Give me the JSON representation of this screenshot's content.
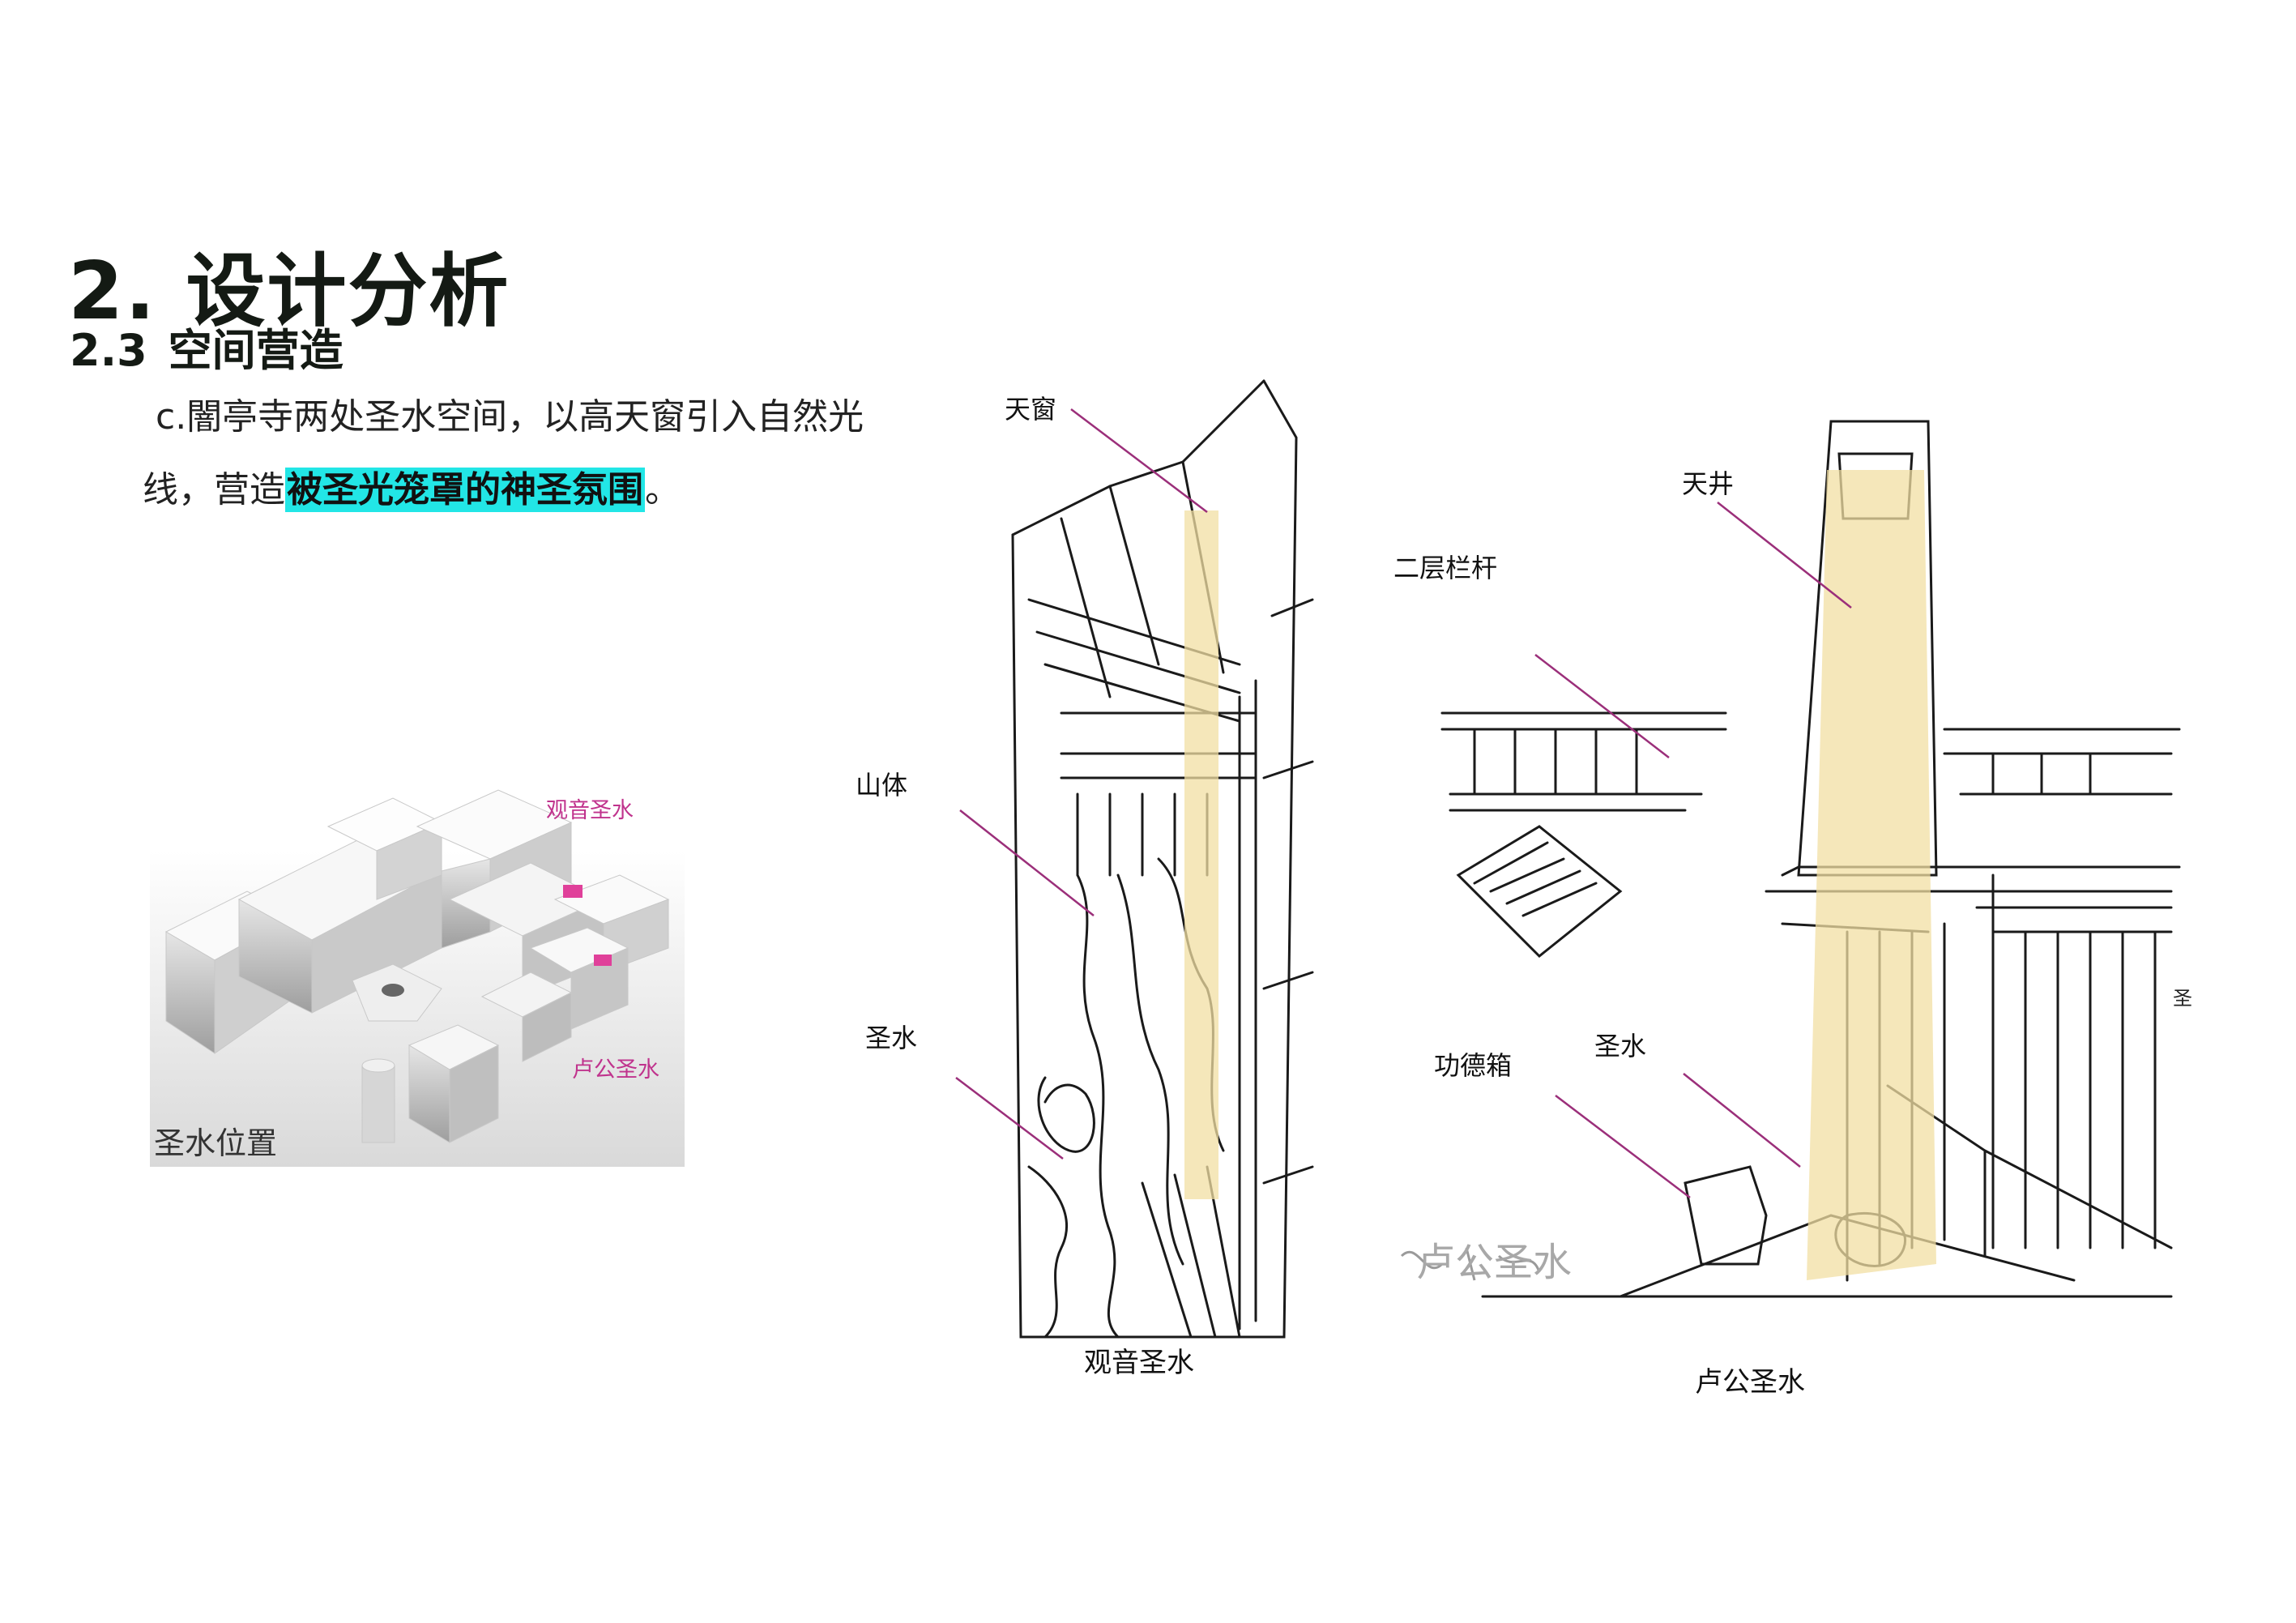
{
  "heading": {
    "title": "2. 设计分析",
    "section_number": "2.3",
    "section_title": "空间营造"
  },
  "paragraph": {
    "line1": "c.闇亭寺两处圣水空间，以高天窗引入自然光",
    "line2_prefix": "线，营造",
    "line2_highlight": "被圣光笼罩的神圣氛围",
    "line2_suffix": "。",
    "highlight_color": "#22e6e6"
  },
  "model": {
    "label_guanyin": "观音圣水",
    "label_lugong": "卢公圣水",
    "caption": "圣水位置",
    "marker_color": "#e0409a"
  },
  "sketch_left": {
    "annotations": [
      "天窗",
      "山体",
      "圣水"
    ],
    "caption": "观音圣水",
    "light_color": "#f2dfa3"
  },
  "sketch_right": {
    "annotations": [
      "天井",
      "二层栏杆",
      "功德箱",
      "圣水"
    ],
    "handwritten_caption": "卢公圣水",
    "caption": "卢公圣水",
    "edge_char": "圣"
  },
  "colors": {
    "leader_line": "#9b2f7a",
    "text": "#111111",
    "label_pink": "#c0338d"
  }
}
